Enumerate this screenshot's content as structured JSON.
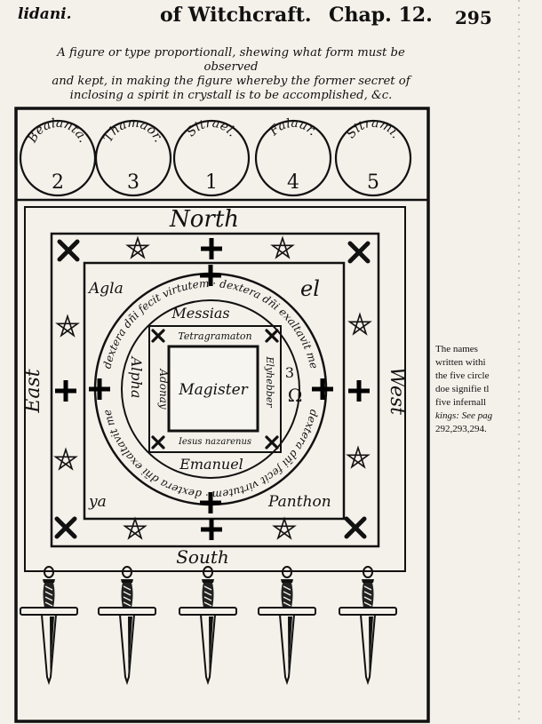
{
  "header": {
    "left_fragment": "lidani.",
    "title": "of Witchcraft.",
    "chapter": "Chap. 12.",
    "page_number": "295"
  },
  "caption": {
    "line1": "A figure or type proportionall, shewing what form must be observed",
    "line2": "and kept, in making the figure whereby the former secret of",
    "line3": "inclosing a spirit in crystall is to be accomplished, &c."
  },
  "circles": [
    {
      "name": "Bealanta.",
      "number": "2"
    },
    {
      "name": "Thamaor.",
      "number": "3"
    },
    {
      "name": "Sitrael.",
      "number": "1"
    },
    {
      "name": "Falaur.",
      "number": "4"
    },
    {
      "name": "Sitrami.",
      "number": "5"
    }
  ],
  "compass": {
    "north": "North",
    "south": "South",
    "east": "East",
    "west": "West"
  },
  "corners": {
    "top_left": "Agla",
    "top_right": "el",
    "bottom_left": "ya",
    "bottom_right": "Panthon"
  },
  "inner_names": {
    "top": "Messias",
    "bottom": "Emanuel",
    "left": "Alpha",
    "right": "Ω",
    "center": "Magister",
    "box_top": "Tetragramaton",
    "box_bottom": "Iesus nazarenus",
    "box_left": "Adonay",
    "box_right": "Elyhebber",
    "box_number": "3"
  },
  "ring_text": {
    "upper": "dextera dñi fecit virtutem · dextera dñi exaltavit me",
    "lower": "dextera dñi fecit virtutem · dextera dñi exaltavit me"
  },
  "side_note": {
    "line1": "The names",
    "line2": "written withi",
    "line3": "the five circle",
    "line4": "doe signifie tl",
    "line5": "five infernall",
    "line6": "kings: See pag",
    "line7": "292,293,294."
  }
}
